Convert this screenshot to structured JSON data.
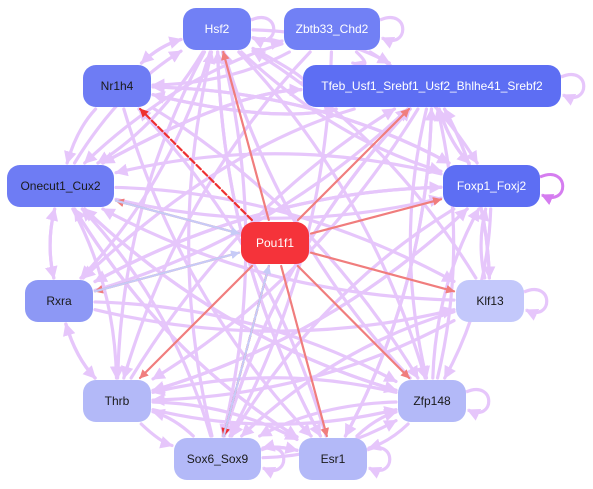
{
  "nodes": [
    {
      "id": "Hsf2",
      "label": "Hsf2",
      "fill": "#7180f5",
      "text": "#ffffff"
    },
    {
      "id": "Zbtb33_Chd2",
      "label": "Zbtb33_Chd2",
      "fill": "#7180f5",
      "text": "#ffffff"
    },
    {
      "id": "Nr1h4",
      "label": "Nr1h4",
      "fill": "#6e7cf4",
      "text": "#1a1a1a"
    },
    {
      "id": "Tfeb",
      "label": "Tfeb_Usf1_Srebf1_Usf2_Bhlhe41_Srebf2",
      "fill": "#5d6ef3",
      "text": "#ffffff"
    },
    {
      "id": "Onecut1_Cux2",
      "label": "Onecut1_Cux2",
      "fill": "#6e7cf4",
      "text": "#1a1a1a"
    },
    {
      "id": "Foxp1_Foxj2",
      "label": "Foxp1_Foxj2",
      "fill": "#5d6ef3",
      "text": "#ffffff"
    },
    {
      "id": "Pou1f1",
      "label": "Pou1f1",
      "fill": "#f5333a",
      "text": "#ffffff"
    },
    {
      "id": "Rxra",
      "label": "Rxra",
      "fill": "#8d98f5",
      "text": "#1a1a1a"
    },
    {
      "id": "Klf13",
      "label": "Klf13",
      "fill": "#c3c8fb",
      "text": "#1a1a1a"
    },
    {
      "id": "Thrb",
      "label": "Thrb",
      "fill": "#b3b9f8",
      "text": "#1a1a1a"
    },
    {
      "id": "Zfp148",
      "label": "Zfp148",
      "fill": "#b3b9f8",
      "text": "#1a1a1a"
    },
    {
      "id": "Sox6_Sox9",
      "label": "Sox6_Sox9",
      "fill": "#b3b9f8",
      "text": "#1a1a1a"
    },
    {
      "id": "Esr1",
      "label": "Esr1",
      "fill": "#b3b9f8",
      "text": "#1a1a1a"
    }
  ],
  "edge_colors": {
    "regulatory": "#e6c6fb",
    "pou_out": "#f07d7d",
    "pou_out_strong": "#ee3030",
    "pou_in": "#c7cbf7",
    "self_loop_strong": "#d57df0"
  },
  "edges": [
    {
      "from": "Pou1f1",
      "to": "Nr1h4",
      "kind": "pou_out_strong"
    },
    {
      "from": "Pou1f1",
      "to": "Hsf2",
      "kind": "pou_out"
    },
    {
      "from": "Pou1f1",
      "to": "Tfeb",
      "kind": "pou_out"
    },
    {
      "from": "Pou1f1",
      "to": "Onecut1_Cux2",
      "kind": "pou_out"
    },
    {
      "from": "Pou1f1",
      "to": "Foxp1_Foxj2",
      "kind": "pou_out"
    },
    {
      "from": "Pou1f1",
      "to": "Rxra",
      "kind": "pou_out"
    },
    {
      "from": "Pou1f1",
      "to": "Klf13",
      "kind": "pou_out"
    },
    {
      "from": "Pou1f1",
      "to": "Thrb",
      "kind": "pou_out"
    },
    {
      "from": "Pou1f1",
      "to": "Zfp148",
      "kind": "pou_out"
    },
    {
      "from": "Pou1f1",
      "to": "Sox6_Sox9",
      "kind": "pou_out_strong"
    },
    {
      "from": "Pou1f1",
      "to": "Esr1",
      "kind": "pou_out"
    },
    {
      "from": "Onecut1_Cux2",
      "to": "Pou1f1",
      "kind": "pou_in"
    },
    {
      "from": "Rxra",
      "to": "Pou1f1",
      "kind": "pou_in"
    },
    {
      "from": "Sox6_Sox9",
      "to": "Pou1f1",
      "kind": "pou_in"
    },
    {
      "from": "Hsf2",
      "to": "Zbtb33_Chd2",
      "kind": "regulatory"
    },
    {
      "from": "Hsf2",
      "to": "Tfeb",
      "kind": "regulatory"
    },
    {
      "from": "Hsf2",
      "to": "Nr1h4",
      "kind": "regulatory"
    },
    {
      "from": "Hsf2",
      "to": "Onecut1_Cux2",
      "kind": "regulatory"
    },
    {
      "from": "Hsf2",
      "to": "Foxp1_Foxj2",
      "kind": "regulatory"
    },
    {
      "from": "Hsf2",
      "to": "Rxra",
      "kind": "regulatory"
    },
    {
      "from": "Hsf2",
      "to": "Thrb",
      "kind": "regulatory"
    },
    {
      "from": "Hsf2",
      "to": "Sox6_Sox9",
      "kind": "regulatory"
    },
    {
      "from": "Hsf2",
      "to": "Esr1",
      "kind": "regulatory"
    },
    {
      "from": "Hsf2",
      "to": "Zfp148",
      "kind": "regulatory"
    },
    {
      "from": "Zbtb33_Chd2",
      "to": "Tfeb",
      "kind": "regulatory"
    },
    {
      "from": "Zbtb33_Chd2",
      "to": "Nr1h4",
      "kind": "regulatory"
    },
    {
      "from": "Zbtb33_Chd2",
      "to": "Onecut1_Cux2",
      "kind": "regulatory"
    },
    {
      "from": "Zbtb33_Chd2",
      "to": "Sox6_Sox9",
      "kind": "regulatory"
    },
    {
      "from": "Zbtb33_Chd2",
      "to": "Thrb",
      "kind": "regulatory"
    },
    {
      "from": "Zbtb33_Chd2",
      "to": "Foxp1_Foxj2",
      "kind": "regulatory"
    },
    {
      "from": "Nr1h4",
      "to": "Tfeb",
      "kind": "regulatory"
    },
    {
      "from": "Nr1h4",
      "to": "Foxp1_Foxj2",
      "kind": "regulatory"
    },
    {
      "from": "Nr1h4",
      "to": "Onecut1_Cux2",
      "kind": "regulatory"
    },
    {
      "from": "Nr1h4",
      "to": "Zfp148",
      "kind": "regulatory"
    },
    {
      "from": "Nr1h4",
      "to": "Esr1",
      "kind": "regulatory"
    },
    {
      "from": "Nr1h4",
      "to": "Hsf2",
      "kind": "regulatory"
    },
    {
      "from": "Tfeb",
      "to": "Onecut1_Cux2",
      "kind": "regulatory"
    },
    {
      "from": "Tfeb",
      "to": "Nr1h4",
      "kind": "regulatory"
    },
    {
      "from": "Tfeb",
      "to": "Rxra",
      "kind": "regulatory"
    },
    {
      "from": "Tfeb",
      "to": "Thrb",
      "kind": "regulatory"
    },
    {
      "from": "Tfeb",
      "to": "Sox6_Sox9",
      "kind": "regulatory"
    },
    {
      "from": "Tfeb",
      "to": "Esr1",
      "kind": "regulatory"
    },
    {
      "from": "Tfeb",
      "to": "Zfp148",
      "kind": "regulatory"
    },
    {
      "from": "Tfeb",
      "to": "Klf13",
      "kind": "regulatory"
    },
    {
      "from": "Tfeb",
      "to": "Foxp1_Foxj2",
      "kind": "regulatory"
    },
    {
      "from": "Tfeb",
      "to": "Hsf2",
      "kind": "regulatory"
    },
    {
      "from": "Onecut1_Cux2",
      "to": "Foxp1_Foxj2",
      "kind": "regulatory"
    },
    {
      "from": "Onecut1_Cux2",
      "to": "Tfeb",
      "kind": "regulatory"
    },
    {
      "from": "Onecut1_Cux2",
      "to": "Rxra",
      "kind": "regulatory"
    },
    {
      "from": "Onecut1_Cux2",
      "to": "Thrb",
      "kind": "regulatory"
    },
    {
      "from": "Onecut1_Cux2",
      "to": "Zfp148",
      "kind": "regulatory"
    },
    {
      "from": "Onecut1_Cux2",
      "to": "Klf13",
      "kind": "regulatory"
    },
    {
      "from": "Onecut1_Cux2",
      "to": "Esr1",
      "kind": "regulatory"
    },
    {
      "from": "Onecut1_Cux2",
      "to": "Hsf2",
      "kind": "regulatory"
    },
    {
      "from": "Foxp1_Foxj2",
      "to": "Onecut1_Cux2",
      "kind": "regulatory"
    },
    {
      "from": "Foxp1_Foxj2",
      "to": "Tfeb",
      "kind": "regulatory"
    },
    {
      "from": "Foxp1_Foxj2",
      "to": "Rxra",
      "kind": "regulatory"
    },
    {
      "from": "Foxp1_Foxj2",
      "to": "Thrb",
      "kind": "regulatory"
    },
    {
      "from": "Foxp1_Foxj2",
      "to": "Sox6_Sox9",
      "kind": "regulatory"
    },
    {
      "from": "Foxp1_Foxj2",
      "to": "Zfp148",
      "kind": "regulatory"
    },
    {
      "from": "Foxp1_Foxj2",
      "to": "Nr1h4",
      "kind": "regulatory"
    },
    {
      "from": "Rxra",
      "to": "Onecut1_Cux2",
      "kind": "regulatory"
    },
    {
      "from": "Rxra",
      "to": "Tfeb",
      "kind": "regulatory"
    },
    {
      "from": "Rxra",
      "to": "Foxp1_Foxj2",
      "kind": "regulatory"
    },
    {
      "from": "Rxra",
      "to": "Thrb",
      "kind": "regulatory"
    },
    {
      "from": "Rxra",
      "to": "Zfp148",
      "kind": "regulatory"
    },
    {
      "from": "Rxra",
      "to": "Klf13",
      "kind": "regulatory"
    },
    {
      "from": "Klf13",
      "to": "Foxp1_Foxj2",
      "kind": "regulatory"
    },
    {
      "from": "Klf13",
      "to": "Tfeb",
      "kind": "regulatory"
    },
    {
      "from": "Klf13",
      "to": "Onecut1_Cux2",
      "kind": "regulatory"
    },
    {
      "from": "Klf13",
      "to": "Sox6_Sox9",
      "kind": "regulatory"
    },
    {
      "from": "Klf13",
      "to": "Thrb",
      "kind": "regulatory"
    },
    {
      "from": "Klf13",
      "to": "Hsf2",
      "kind": "regulatory"
    },
    {
      "from": "Thrb",
      "to": "Rxra",
      "kind": "regulatory"
    },
    {
      "from": "Thrb",
      "to": "Sox6_Sox9",
      "kind": "regulatory"
    },
    {
      "from": "Thrb",
      "to": "Esr1",
      "kind": "regulatory"
    },
    {
      "from": "Thrb",
      "to": "Zfp148",
      "kind": "regulatory"
    },
    {
      "from": "Thrb",
      "to": "Tfeb",
      "kind": "regulatory"
    },
    {
      "from": "Thrb",
      "to": "Foxp1_Foxj2",
      "kind": "regulatory"
    },
    {
      "from": "Zfp148",
      "to": "Foxp1_Foxj2",
      "kind": "regulatory"
    },
    {
      "from": "Zfp148",
      "to": "Tfeb",
      "kind": "regulatory"
    },
    {
      "from": "Zfp148",
      "to": "Onecut1_Cux2",
      "kind": "regulatory"
    },
    {
      "from": "Zfp148",
      "to": "Sox6_Sox9",
      "kind": "regulatory"
    },
    {
      "from": "Zfp148",
      "to": "Esr1",
      "kind": "regulatory"
    },
    {
      "from": "Zfp148",
      "to": "Thrb",
      "kind": "regulatory"
    },
    {
      "from": "Zfp148",
      "to": "Hsf2",
      "kind": "regulatory"
    },
    {
      "from": "Sox6_Sox9",
      "to": "Thrb",
      "kind": "regulatory"
    },
    {
      "from": "Sox6_Sox9",
      "to": "Esr1",
      "kind": "regulatory"
    },
    {
      "from": "Sox6_Sox9",
      "to": "Onecut1_Cux2",
      "kind": "regulatory"
    },
    {
      "from": "Sox6_Sox9",
      "to": "Tfeb",
      "kind": "regulatory"
    },
    {
      "from": "Sox6_Sox9",
      "to": "Zfp148",
      "kind": "regulatory"
    },
    {
      "from": "Sox6_Sox9",
      "to": "Hsf2",
      "kind": "regulatory"
    },
    {
      "from": "Esr1",
      "to": "Sox6_Sox9",
      "kind": "regulatory"
    },
    {
      "from": "Esr1",
      "to": "Zfp148",
      "kind": "regulatory"
    },
    {
      "from": "Esr1",
      "to": "Tfeb",
      "kind": "regulatory"
    },
    {
      "from": "Esr1",
      "to": "Onecut1_Cux2",
      "kind": "regulatory"
    },
    {
      "from": "Esr1",
      "to": "Nr1h4",
      "kind": "regulatory"
    },
    {
      "from": "Esr1",
      "to": "Hsf2",
      "kind": "regulatory"
    }
  ],
  "self_loops": [
    {
      "node": "Hsf2",
      "kind": "regulatory"
    },
    {
      "node": "Zbtb33_Chd2",
      "kind": "regulatory"
    },
    {
      "node": "Tfeb",
      "kind": "regulatory"
    },
    {
      "node": "Foxp1_Foxj2",
      "kind": "self_loop_strong"
    },
    {
      "node": "Klf13",
      "kind": "regulatory"
    },
    {
      "node": "Zfp148",
      "kind": "regulatory"
    },
    {
      "node": "Sox6_Sox9",
      "kind": "regulatory"
    },
    {
      "node": "Esr1",
      "kind": "regulatory"
    }
  ]
}
